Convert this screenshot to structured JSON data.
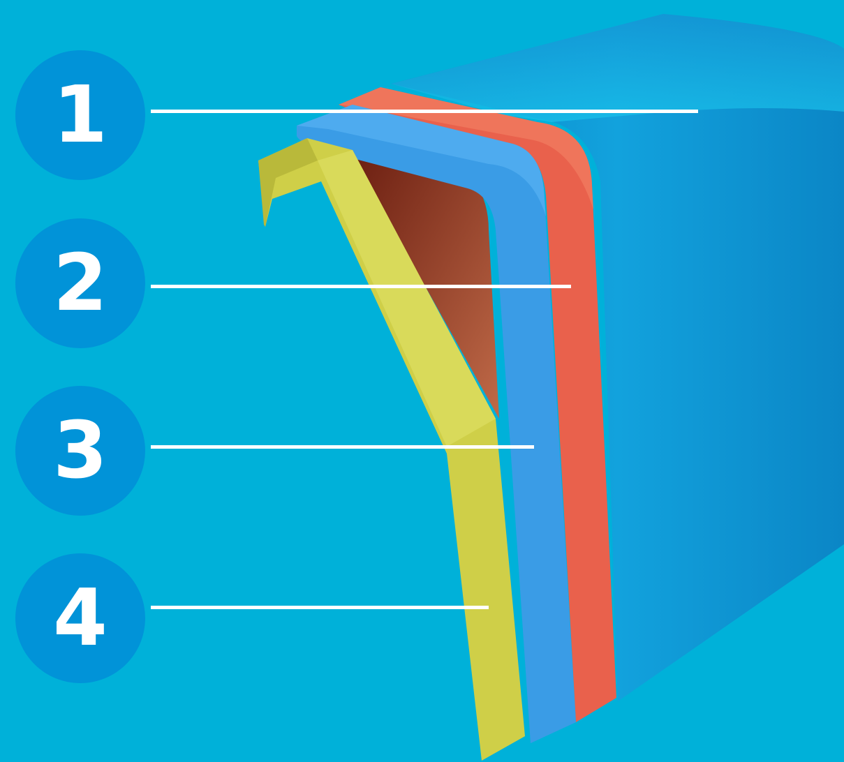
{
  "layers": [
    {
      "number": "1",
      "color": "#1596d4"
    },
    {
      "number": "2",
      "color": "#e9614c"
    },
    {
      "number": "3",
      "color": "#3a9ce6"
    },
    {
      "number": "4",
      "color": "#cfcf48"
    }
  ],
  "colors": {
    "background": "#00b1d9",
    "badge": "#0193d8",
    "leader": "#ffffff",
    "interior": "#b55a3c"
  }
}
